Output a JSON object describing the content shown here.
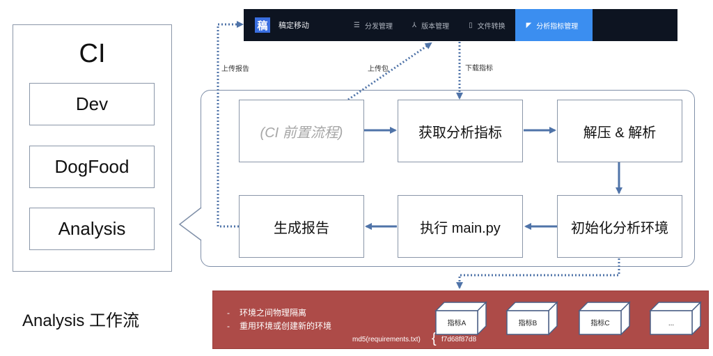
{
  "ci_panel": {
    "title": "CI",
    "items": [
      {
        "label": "Dev"
      },
      {
        "label": "DogFood"
      },
      {
        "label": "Analysis"
      }
    ]
  },
  "navbar": {
    "logo_char": "稿",
    "brand": "稿定移动",
    "items": [
      {
        "label": "分发管理",
        "icon": "list-icon",
        "glyph": "☰",
        "active": false
      },
      {
        "label": "版本管理",
        "icon": "branch-icon",
        "glyph": "⅄",
        "active": false
      },
      {
        "label": "文件转换",
        "icon": "file-icon",
        "glyph": "▯",
        "active": false
      },
      {
        "label": "分析指标管理",
        "icon": "flag-icon",
        "glyph": "◤",
        "active": true
      }
    ],
    "active_color": "#3b8ef0",
    "background_color": "#0d1421"
  },
  "edge_labels": {
    "upload_report": "上传报告",
    "upload_package": "上传包",
    "download_metrics": "下载指标"
  },
  "steps": {
    "ci_pre": "(CI 前置流程)",
    "fetch_metrics": "获取分析指标",
    "unzip_parse": "解压 & 解析",
    "init_env": "初始化分析环境",
    "run_main": "执行 main.py",
    "gen_report": "生成报告"
  },
  "environment": {
    "bullets": [
      "环境之间物理隔离",
      "重用环境或创建新的环境"
    ],
    "md5_label": "md5(requirements.txt)",
    "md5_value": "f7d68f87d8",
    "cubes": [
      {
        "label": "指标A"
      },
      {
        "label": "指标B"
      },
      {
        "label": "指标C"
      },
      {
        "label": "..."
      }
    ],
    "background_color": "#ad4b48"
  },
  "workflow_title": "Analysis 工作流",
  "colors": {
    "arrow": "#4f73a8",
    "box_border": "#8a96a8"
  }
}
